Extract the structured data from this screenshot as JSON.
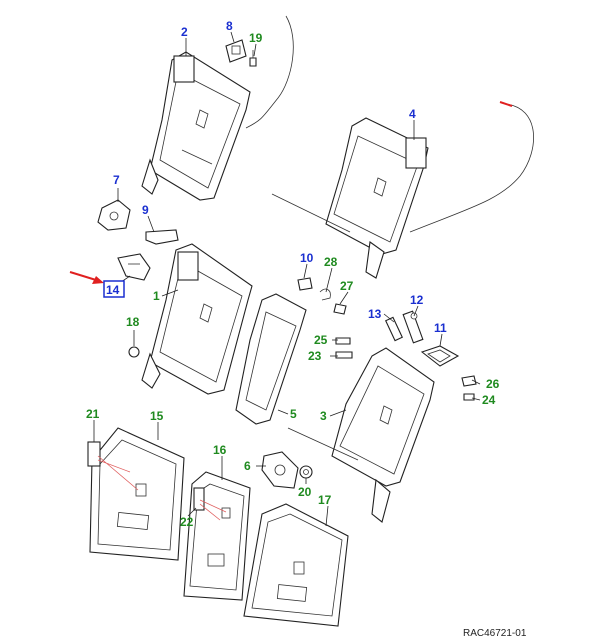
{
  "colors": {
    "blue_label": "#1a2fd0",
    "green_label": "#1f8a1f",
    "arrow_red": "#e02020",
    "line": "#222222"
  },
  "labels": {
    "p1": "1",
    "p2": "2",
    "p3": "3",
    "p4": "4",
    "p5": "5",
    "p6": "6",
    "p7": "7",
    "p8": "8",
    "p9": "9",
    "p10": "10",
    "p11": "11",
    "p12": "12",
    "p13": "13",
    "p14": "14",
    "p15": "15",
    "p16": "16",
    "p17": "17",
    "p18": "18",
    "p19": "19",
    "p20": "20",
    "p21": "21",
    "p22": "22",
    "p23": "23",
    "p24": "24",
    "p25": "25",
    "p26": "26",
    "p27": "27",
    "p28": "28"
  },
  "reference": "RAC46721-01"
}
